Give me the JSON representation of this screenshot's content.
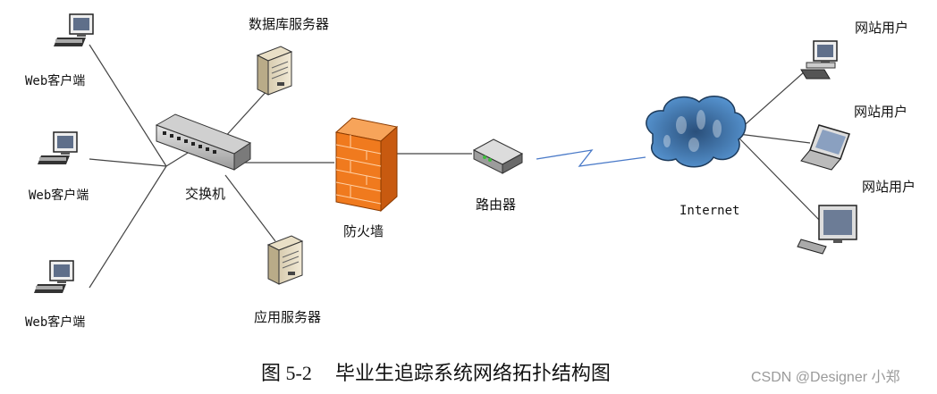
{
  "labels": {
    "web_client_1": "Web客户端",
    "web_client_2": "Web客户端",
    "web_client_3": "Web客户端",
    "switch": "交换机",
    "db_server": "数据库服务器",
    "app_server": "应用服务器",
    "firewall": "防火墙",
    "router": "路由器",
    "internet": "Internet",
    "web_user_1": "网站用户",
    "web_user_2": "网站用户",
    "web_user_3": "网站用户"
  },
  "caption": {
    "figure_number": "图 5-2",
    "title": "毕业生追踪系统网络拓扑结构图"
  },
  "watermark": "CSDN @Designer 小郑",
  "colors": {
    "firewall": "#f07a1e",
    "cloud": "#3f7fc1",
    "lines": "#444444",
    "wireless": "#4a7ac8"
  }
}
